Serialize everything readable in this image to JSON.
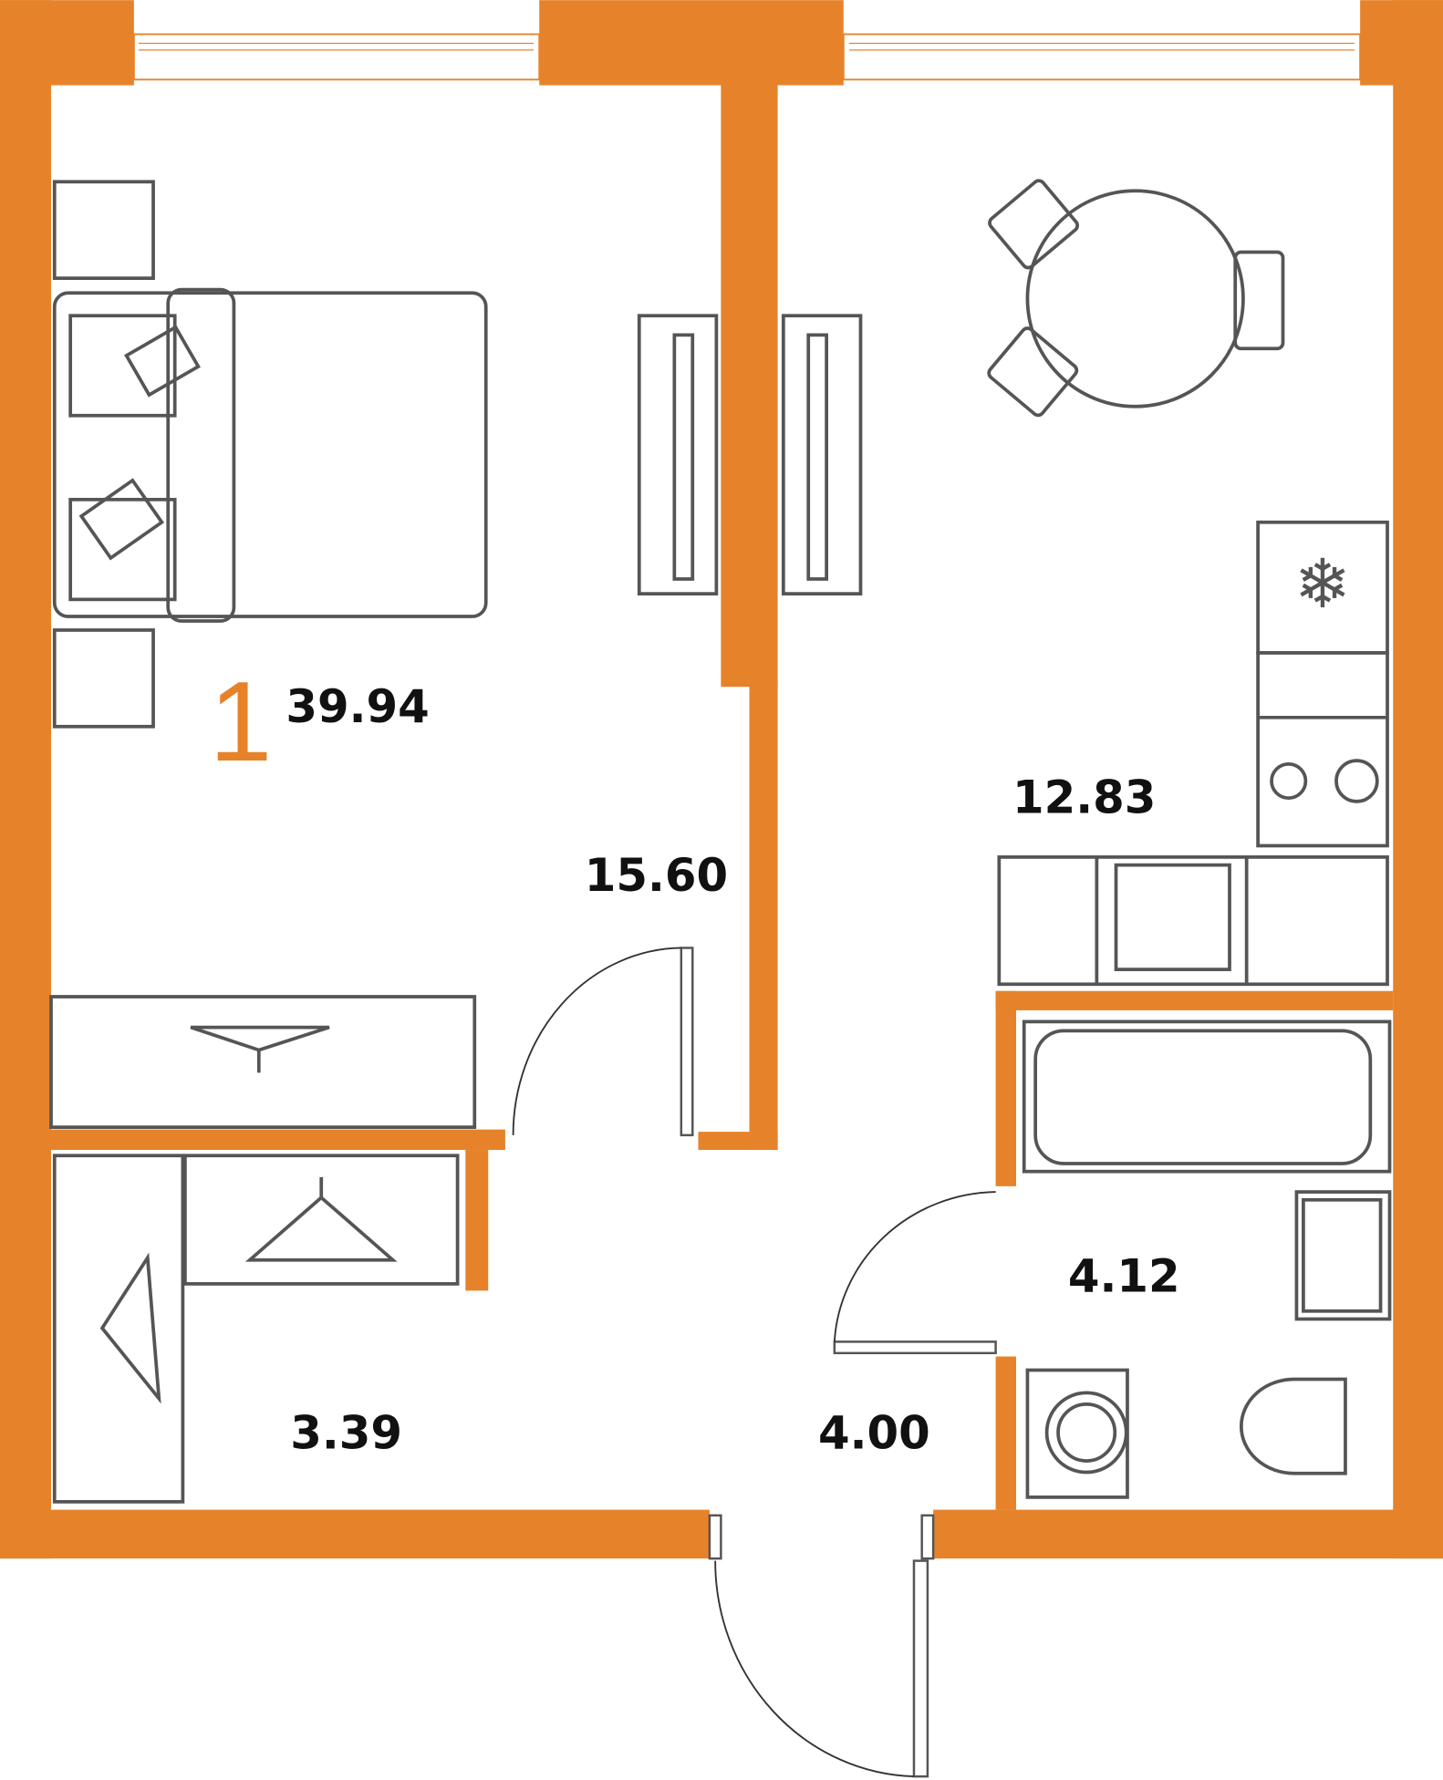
{
  "plan": {
    "rooms_count": "1",
    "total_area": "39.94",
    "accent_color": "#E6832A",
    "areas": {
      "bedroom": "15.60",
      "kitchen": "12.83",
      "bathroom": "4.12",
      "wardrobe": "3.39",
      "hall": "4.00"
    }
  }
}
